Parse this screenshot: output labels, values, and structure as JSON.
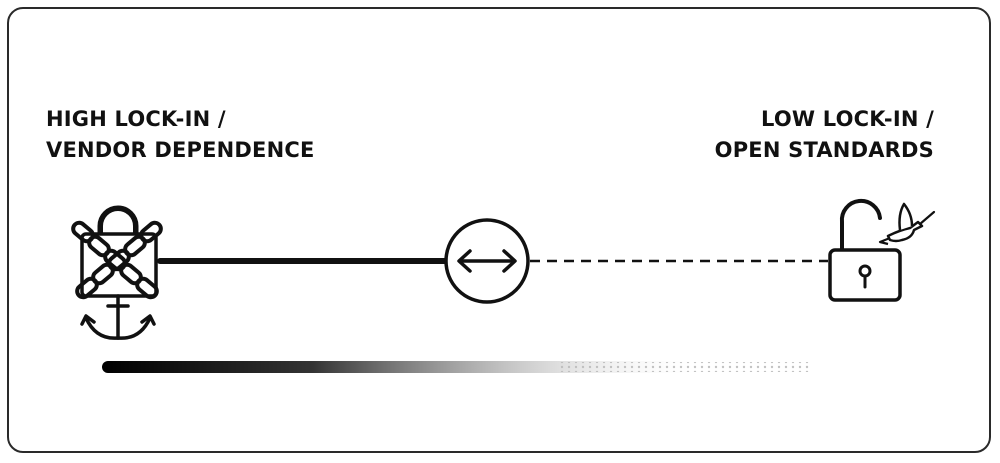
{
  "left_label": {
    "line1": "HIGH LOCK-IN /",
    "line2": "VENDOR DEPENDENCE"
  },
  "right_label": {
    "line1": "LOW LOCK-IN /",
    "line2": "OPEN STANDARDS"
  },
  "icons": {
    "left": "chained-padlock-with-anchor-icon",
    "center": "double-arrow-icon",
    "right": "open-padlock-with-dove-icon"
  },
  "colors": {
    "ink": "#111111",
    "border": "#2a2a2a"
  }
}
